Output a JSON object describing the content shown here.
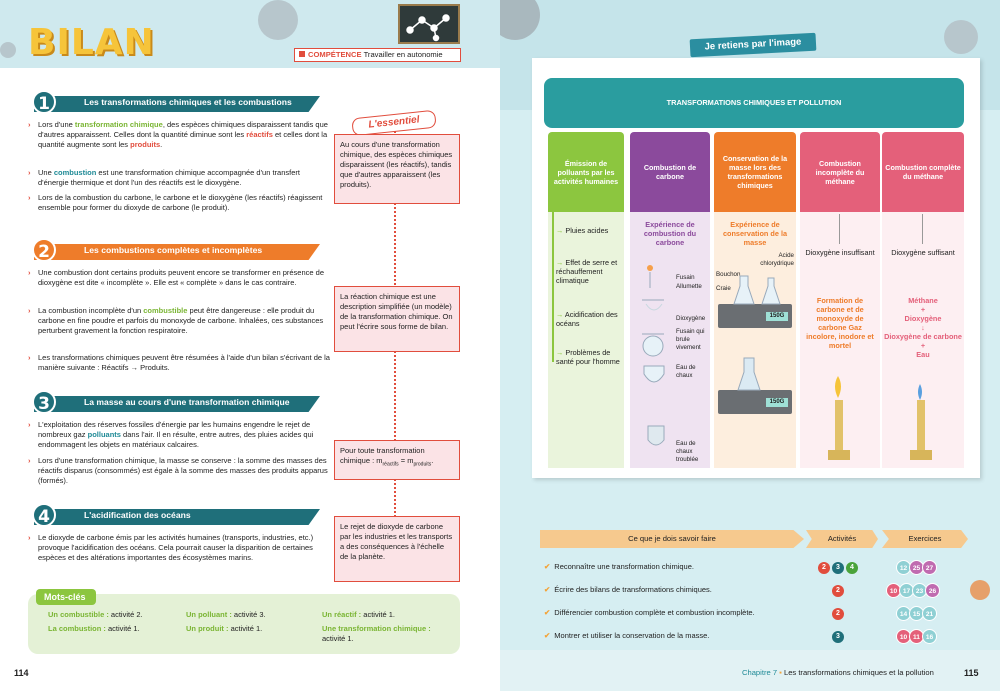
{
  "left": {
    "header_title": "BILAN",
    "competence_label": "COMPÉTENCE",
    "competence_text": "Travailler en autonomie",
    "essential_tag": "L'essentiel",
    "sections": [
      {
        "num": "1",
        "title": "Les transformations chimiques et les combustions"
      },
      {
        "num": "2",
        "title": "Les combustions complètes et incomplètes"
      },
      {
        "num": "3",
        "title": "La masse au cours d'une transformation chimique"
      },
      {
        "num": "4",
        "title": "L'acidification des océans"
      }
    ],
    "s1": {
      "p1_a": "Lors d'une ",
      "p1_hl": "transformation chimique",
      "p1_b": ", des espèces chimiques disparaissent tandis que d'autres apparaissent. Celles dont la quantité diminue sont les ",
      "p1_hl2": "réactifs",
      "p1_c": " et celles dont la quantité augmente sont les ",
      "p1_hl3": "produits",
      "p1_d": ".",
      "p2_a": "Une ",
      "p2_hl": "combustion",
      "p2_b": " est une transformation chimique accompagnée d'un transfert d'énergie thermique et dont l'un des réactifs est le dioxygène.",
      "p3": "Lors de la combustion du carbone, le carbone et le dioxygène (les réactifs) réagissent ensemble pour former du dioxyde de carbone (le produit)."
    },
    "s2": {
      "p1": "Une combustion dont certains produits peuvent encore se transformer en présence de dioxygène est dite « incomplète ». Elle est « complète » dans le cas contraire.",
      "p2_a": "La combustion incomplète d'un ",
      "p2_hl": "combustible",
      "p2_b": " peut être dangereuse : elle produit du carbone en fine poudre et parfois du monoxyde de carbone. Inhalées, ces substances perturbent gravement la fonction respiratoire.",
      "p3": "Les transformations chimiques peuvent être résumées à l'aide d'un bilan s'écrivant de la manière suivante : Réactifs → Produits."
    },
    "s3": {
      "p1_a": "L'exploitation des réserves fossiles d'énergie par les humains engendre le rejet de nombreux gaz ",
      "p1_hl": "polluants",
      "p1_b": " dans l'air. Il en résulte, entre autres, des pluies acides qui endommagent les objets en matériaux calcaires.",
      "p2": "Lors d'une transformation chimique, la masse se conserve : la somme des masses des réactifs disparus (consommés) est égale à la somme des masses des produits apparus (formés)."
    },
    "s4": {
      "p1": "Le dioxyde de carbone émis par les activités humaines (transports, industries, etc.) provoque l'acidification des océans. Cela pourrait causer la disparition de certaines espèces et des altérations importantes des écosystèmes marins."
    },
    "essentials": [
      "Au cours d'une transformation chimique, des espèces chimiques disparaissent (les réactifs), tandis que d'autres apparaissent (les produits).",
      "La réaction chimique est une description simplifiée (un modèle) de la transformation chimique. On peut l'écrire sous forme de bilan.",
      "Pour toute transformation chimique : m",
      "Le rejet de dioxyde de carbone par les industries et les transports a des conséquences à l'échelle de la planète."
    ],
    "ess3_sub1": "réactifs",
    "ess3_eq": " = m",
    "ess3_sub2": "produits",
    "ess3_end": ".",
    "mots_cles_title": "Mots-clés",
    "mots_cles": [
      {
        "k": "Un combustible :",
        "v": " activité 2."
      },
      {
        "k": "Un polluant :",
        "v": " activité 3."
      },
      {
        "k": "Un réactif :",
        "v": " activité 1."
      },
      {
        "k": "La combustion :",
        "v": " activité 1."
      },
      {
        "k": "Un produit :",
        "v": " activité 1."
      },
      {
        "k": "Une transformation chimique :",
        "v": " activité 1."
      }
    ],
    "page_number": "114"
  },
  "right": {
    "retiens": "Je retiens par l'image",
    "banner": "TRANSFORMATIONS CHIMIQUES ET POLLUTION",
    "columns": [
      {
        "title": "Émission de polluants par les activités humaines",
        "color": "#8cc63f"
      },
      {
        "title": "Combustion de carbone",
        "color": "#8b4a9c"
      },
      {
        "title": "Conservation de la masse lors des transformations chimiques",
        "color": "#ee7c2a"
      },
      {
        "title": "Combustion incomplète du méthane",
        "color": "#e4607a"
      },
      {
        "title": "Combustion complète du méthane",
        "color": "#e4607a"
      }
    ],
    "col1_items": [
      "Pluies acides",
      "Effet de serre et réchauffement climatique",
      "Acidification des océans",
      "Problèmes de santé pour l'homme"
    ],
    "col2_head": "Expérience de combustion du carbone",
    "col2_labels": [
      "Fusain",
      "Allumette",
      "Dioxygène",
      "Fusain qui brule vivement",
      "Eau de chaux",
      "Eau de chaux troublée"
    ],
    "col3_head": "Expérience de conservation de la masse",
    "col3_labels": [
      "Acide chlorydrique",
      "Bouchon",
      "Craie",
      "150G",
      "150G"
    ],
    "col4_top": "Dioxygène insuffisant",
    "col4_result": "Formation de carbone et de monoxyde de carbone Gaz incolore, inodore et mortel",
    "col5_top": "Dioxygène suffisant",
    "col5_result": [
      "Méthane",
      "+",
      "Dioxygène",
      "↓",
      "Dioxygène de carbone",
      "+",
      "Eau"
    ],
    "skills_header": "Ce que je dois savoir faire",
    "activities_header": "Activités",
    "exercises_header": "Exercices",
    "skills": [
      {
        "text": "Reconnaître une transformation chimique.",
        "acts": [
          "2",
          "3",
          "4"
        ],
        "exs": [
          "12",
          "25",
          "27"
        ]
      },
      {
        "text": "Écrire des bilans de transformations chimiques.",
        "acts": [
          "2"
        ],
        "exs": [
          "10",
          "17",
          "23",
          "26"
        ]
      },
      {
        "text": "Différencier combustion complète et combustion incomplète.",
        "acts": [
          "2"
        ],
        "exs": [
          "14",
          "15",
          "21"
        ]
      },
      {
        "text": "Montrer et utiliser la conservation de la masse.",
        "acts": [
          "3"
        ],
        "exs": [
          "10",
          "11",
          "16"
        ]
      }
    ],
    "footer_chapter": "Chapitre 7",
    "footer_title": "Les transformations chimiques et la pollution",
    "page_number": "115"
  }
}
